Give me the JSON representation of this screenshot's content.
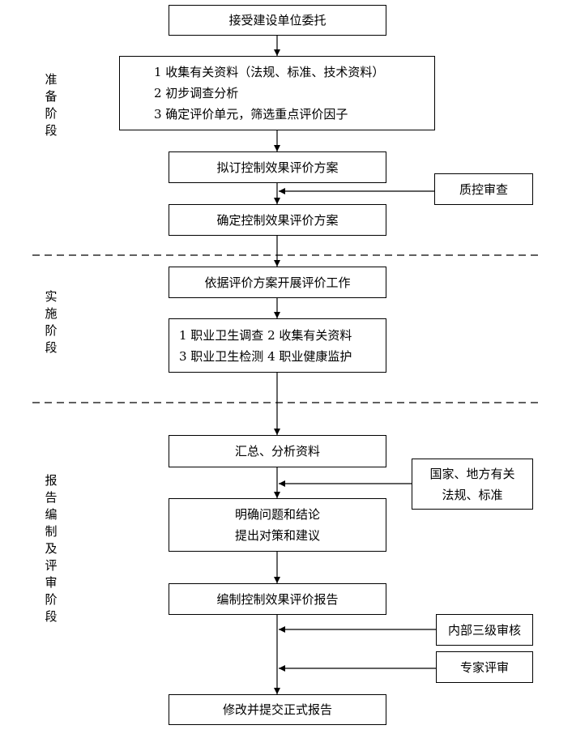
{
  "stages": {
    "prep": "准备阶段",
    "impl": "实施阶段",
    "report": "报告编制及评审阶段"
  },
  "boxes": {
    "accept": "接受建设单位委托",
    "prep_steps": [
      "1  收集有关资料（法规、标准、技术资料）",
      "2  初步调查分析",
      "3  确定评价单元，筛选重点评价因子"
    ],
    "draft_plan": "拟订控制效果评价方案",
    "qc_review": "质控审查",
    "confirm_plan": "确定控制效果评价方案",
    "conduct_eval": "依据评价方案开展评价工作",
    "impl_steps": [
      "1 职业卫生调查  2 收集有关资料",
      "3 职业卫生检测  4 职业健康监护"
    ],
    "summarize": "汇总、分析资料",
    "regulations": [
      "国家、地方有关",
      "法规、标准"
    ],
    "conclusions": [
      "明确问题和结论",
      "提出对策和建议"
    ],
    "compile_report": "编制控制效果评价报告",
    "internal_review": "内部三级审核",
    "expert_review": "专家评审",
    "final_report": "修改并提交正式报告"
  }
}
